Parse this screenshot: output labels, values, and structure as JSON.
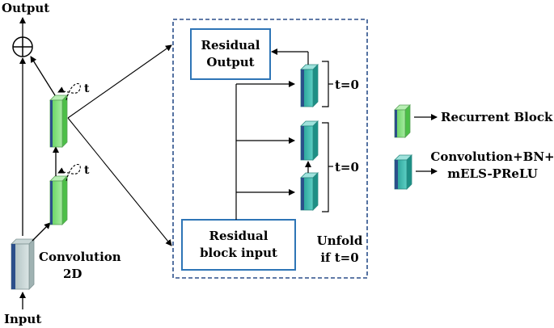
{
  "labels": {
    "output": "Output",
    "input": "Input",
    "conv2d_line1": "Convolution",
    "conv2d_line2": "2D",
    "t_upper": "t",
    "t_lower": "t",
    "residual_output_line1": "Residual",
    "residual_output_line2": "Output",
    "residual_input_line1": "Residual",
    "residual_input_line2": "block input",
    "t0_upper": "t=0",
    "t0_lower": "t=0",
    "unfold_line1": "Unfold",
    "unfold_line2": "if t=0",
    "legend_recurrent": "Recurrent Block",
    "legend_conv_line1": "Convolution+BN+",
    "legend_conv_line2": "mELS-PReLU"
  },
  "colors": {
    "recurrent_block": "#8fe08a",
    "conv_block": "#3bb8ac",
    "conv2d_block": "#c5d3d3",
    "block_edge": "#2b4f8a",
    "box_border": "#2e75b6",
    "dashed_border": "#2b4f8a"
  }
}
